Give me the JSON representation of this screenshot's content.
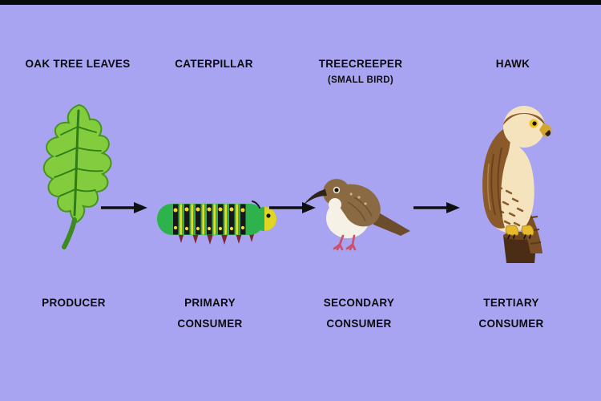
{
  "colors": {
    "background": "#a8a4f1",
    "text": "#0d0d0d",
    "arrow": "#101010"
  },
  "icons": {
    "arrow": "arrow-right-icon"
  },
  "chain": {
    "items": [
      {
        "name": "OAK TREE LEAVES",
        "subname": "",
        "role_lines": [
          "PRODUCER"
        ],
        "art": "oak-leaf-illustration"
      },
      {
        "name": "CATERPILLAR",
        "subname": "",
        "role_lines": [
          "PRIMARY",
          "CONSUMER"
        ],
        "art": "caterpillar-illustration"
      },
      {
        "name": "TREECREEPER",
        "subname": "(SMALL BIRD)",
        "role_lines": [
          "SECONDARY",
          "CONSUMER"
        ],
        "art": "treecreeper-illustration"
      },
      {
        "name": "HAWK",
        "subname": "",
        "role_lines": [
          "TERTIARY",
          "CONSUMER"
        ],
        "art": "hawk-illustration"
      }
    ]
  }
}
